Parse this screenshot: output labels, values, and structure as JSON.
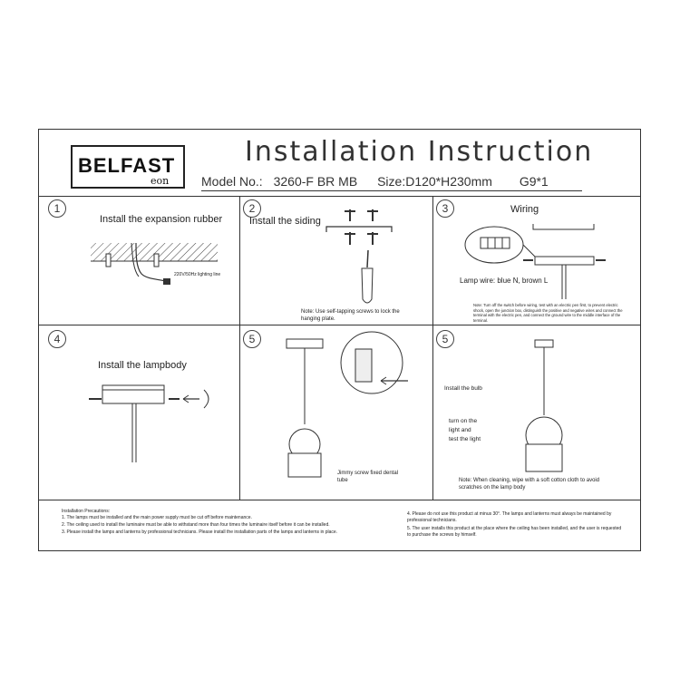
{
  "brand": {
    "main": "BELFAST",
    "sub": "eon"
  },
  "title": "Installation Instruction",
  "model": {
    "label": "Model No.:",
    "value": "3260-F BR MB",
    "size_label": "Size:",
    "size_value": "D120*H230mm",
    "bulb": "G9*1"
  },
  "steps": [
    {
      "num": "1",
      "title": "Install the expansion rubber",
      "note": "220V/50Hz lighting line"
    },
    {
      "num": "2",
      "title": "Install the siding",
      "note": "Note: Use self-tapping screws to lock the hanging plate."
    },
    {
      "num": "3",
      "title": "Wiring",
      "note": "Lamp wire: blue N, brown L",
      "warning": "Note: Turn off the switch before wiring, test with an electric pen first, to prevent electric shock, open the junction box, distinguish the positive and negative wires and connect the terminal with the electric pen, and connect the ground wire to the middle interface of the terminal."
    },
    {
      "num": "4",
      "title": "Install the lampbody"
    },
    {
      "num": "5",
      "note": "Jimmy screw fixed dental tube"
    },
    {
      "num": "5",
      "bulb": "Install the bulb",
      "turn1": "turn on the",
      "turn2": "light and",
      "turn3": "test the light",
      "note": "Note: When cleaning, wipe with a soft cotton cloth to avoid scratches on the lamp body"
    }
  ],
  "precautions": {
    "heading": "Installation Precautions:",
    "left": [
      "1. The lamps must be installed and the main power supply must be cut off before maintenance.",
      "2. The ceiling used to install the luminaire must be able to withstand more than four times the luminaire itself before it can be installed.",
      "3. Please install the lamps and lanterns by professional technicians. Please install the installation parts of the lamps and lanterns in place."
    ],
    "right": [
      "4. Please do not use this product at minus 30°. The lamps and lanterns must always be maintained by professional technicians.",
      "5. The user installs this product at the place where the ceiling has been installed, and the user is requested to purchase the screws by himself."
    ]
  }
}
